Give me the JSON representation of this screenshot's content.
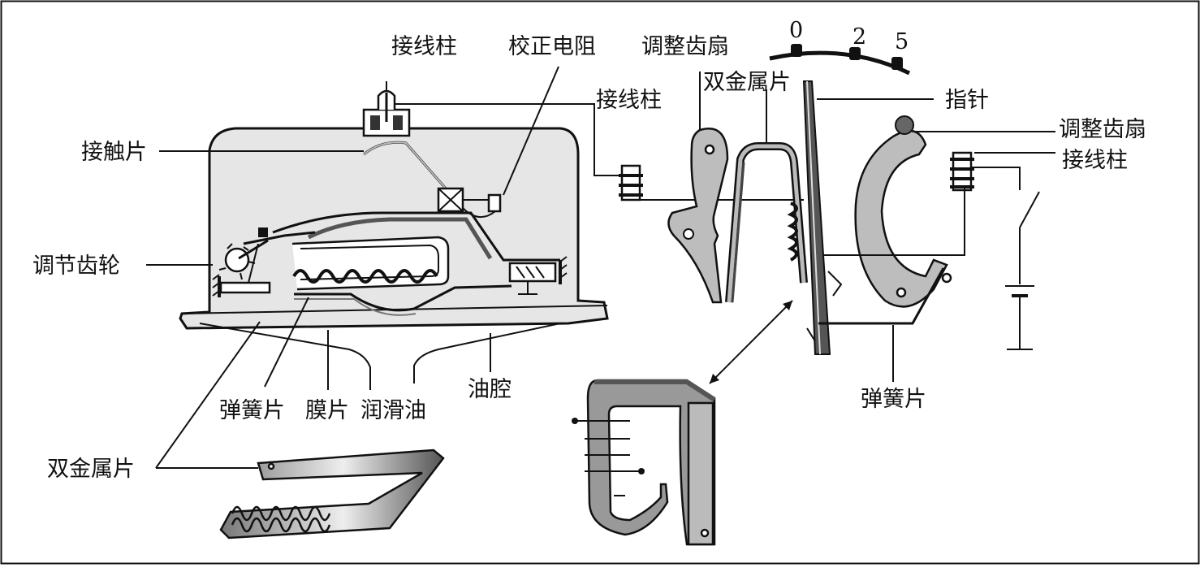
{
  "labels": {
    "terminal_top": "接线柱",
    "calibration_resistor": "校正电阻",
    "adjust_sector_top": "调整齿扇",
    "terminal_mid": "接线柱",
    "bimetal_right": "双金属片",
    "pointer": "指针",
    "contact_piece": "接触片",
    "adjust_sector_right": "调整齿扇",
    "terminal_right": "接线柱",
    "adjust_gear": "调节齿轮",
    "spring_piece_left": "弹簧片",
    "membrane": "膜片",
    "lubricating_oil": "润滑油",
    "oil_cavity": "油腔",
    "spring_piece_right": "弹簧片",
    "bimetal_bottom": "双金属片"
  },
  "scale": {
    "ticks": [
      "0",
      "2",
      "5"
    ]
  },
  "colors": {
    "line": "#111111",
    "housing": "#e6e6e6",
    "metal": "#bdbdbd",
    "dark_metal": "#555555"
  }
}
